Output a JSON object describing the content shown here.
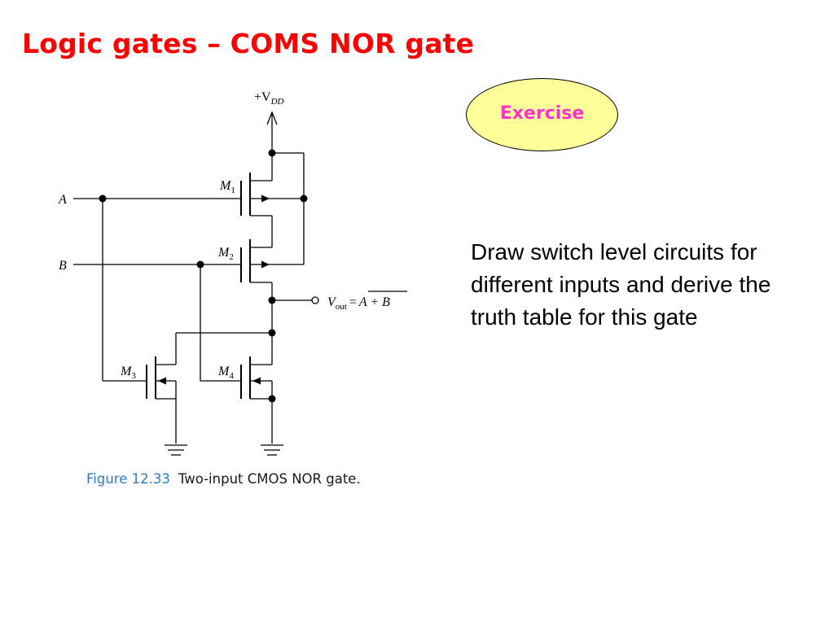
{
  "slide": {
    "title": "Logic gates – COMS NOR gate"
  },
  "exercise": {
    "label": "Exercise"
  },
  "instruction": {
    "text": "Draw switch level circuits for different inputs and derive the truth table for this gate"
  },
  "circuit": {
    "supply_prefix": "+V",
    "supply_subscript": "DD",
    "input_a": "A",
    "input_b": "B",
    "transistors": [
      {
        "letter": "M",
        "index": "1"
      },
      {
        "letter": "M",
        "index": "2"
      },
      {
        "letter": "M",
        "index": "3"
      },
      {
        "letter": "M",
        "index": "4"
      }
    ],
    "output_letter": "V",
    "output_subscript": "out",
    "output_equals": "=",
    "output_expression": "A + B"
  },
  "caption": {
    "figure_number": "Figure 12.33",
    "text": "Two-input CMOS NOR gate."
  },
  "colors": {
    "title": "#ff0000",
    "exercise_fill": "#ffff99",
    "exercise_text": "#ff33cc",
    "caption_number": "#2e7bc4"
  }
}
